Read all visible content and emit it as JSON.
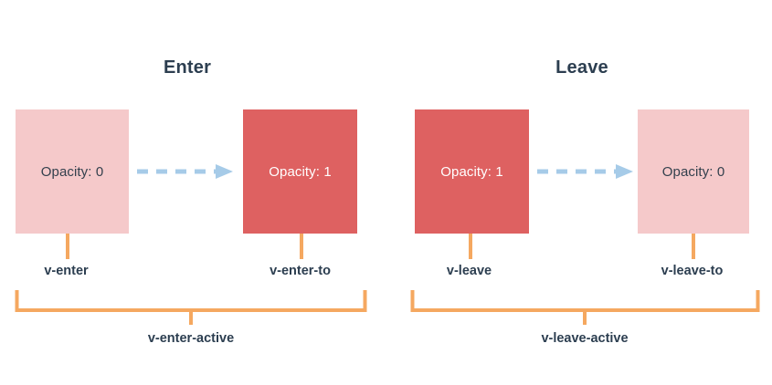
{
  "diagram": {
    "title_enter": "Enter",
    "title_leave": "Leave",
    "colors": {
      "faded_box": "#F5C9CA",
      "solid_box": "#DE6161",
      "orange_connector": "#F5A860",
      "arrow_blue": "#A6CBE8",
      "text_dark": "#2C3E50",
      "background": "#FFFFFF"
    }
  },
  "enter": {
    "title": "Enter",
    "from_box": {
      "label": "Opacity: 0",
      "state": "faded"
    },
    "to_box": {
      "label": "Opacity: 1",
      "state": "solid"
    },
    "from_class": "v-enter",
    "to_class": "v-enter-to",
    "active_class": "v-enter-active"
  },
  "leave": {
    "title": "Leave",
    "from_box": {
      "label": "Opacity: 1",
      "state": "solid"
    },
    "to_box": {
      "label": "Opacity: 0",
      "state": "faded"
    },
    "from_class": "v-leave",
    "to_class": "v-leave-to",
    "active_class": "v-leave-active"
  },
  "icons": {
    "transition_arrow": "dashed-arrow-right-icon",
    "underbrace": "underbrace-bracket-icon",
    "stem": "vertical-connector-icon"
  }
}
